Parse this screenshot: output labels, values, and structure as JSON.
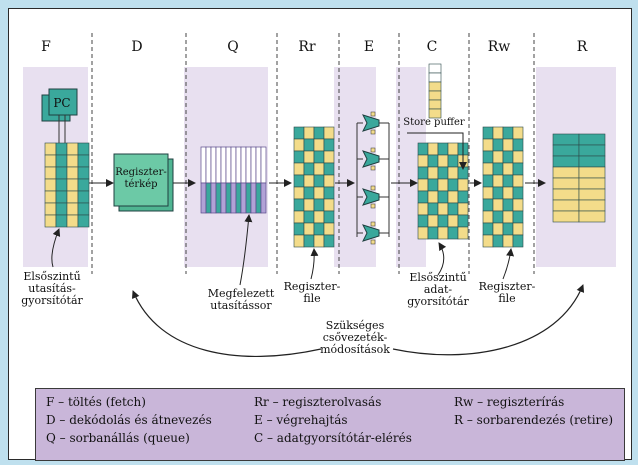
{
  "stages": [
    {
      "id": "F",
      "label": "F"
    },
    {
      "id": "D",
      "label": "D"
    },
    {
      "id": "Q",
      "label": "Q"
    },
    {
      "id": "Rr",
      "label": "Rr"
    },
    {
      "id": "E",
      "label": "E"
    },
    {
      "id": "C",
      "label": "C"
    },
    {
      "id": "Rw",
      "label": "Rw"
    },
    {
      "id": "R",
      "label": "R"
    }
  ],
  "blocks": {
    "pc_label": "PC",
    "reg_map_line1": "Regiszter-",
    "reg_map_line2": "térkép",
    "store_buffer": "Store puffer"
  },
  "annotations": {
    "l1_icache": [
      "Elsőszintű",
      "utasítás-",
      "gyorsítótár"
    ],
    "queue": [
      "Megfelezett",
      "utasítássor"
    ],
    "regfile_read": [
      "Regiszter-",
      "file"
    ],
    "l1_dcache": [
      "Elsőszintű",
      "adat-",
      "gyorsítótár"
    ],
    "regfile_write": [
      "Regiszter-",
      "file"
    ],
    "pipeline_mods": [
      "Szükséges",
      "csővezeték-",
      "módosítások"
    ]
  },
  "legend": [
    "F – töltés (fetch)",
    "D – dekódolás és átnevezés",
    "Q – sorbanállás (queue)",
    "Rr – regiszterolvasás",
    "E – végrehajtás",
    "C – adatgyorsítótár-elérés",
    "Rw – regiszterírás",
    "R – sorbarendezés (retire)"
  ],
  "colors": {
    "background": "#bfe0ee",
    "stage_shade": "#e8e0f0",
    "teal": "#3aa89c",
    "yellow": "#f3dc8a",
    "legend_bg": "#c9b6d9",
    "regmap_green": "#6cc9a6",
    "queue_purple": "#b1a2d6"
  }
}
